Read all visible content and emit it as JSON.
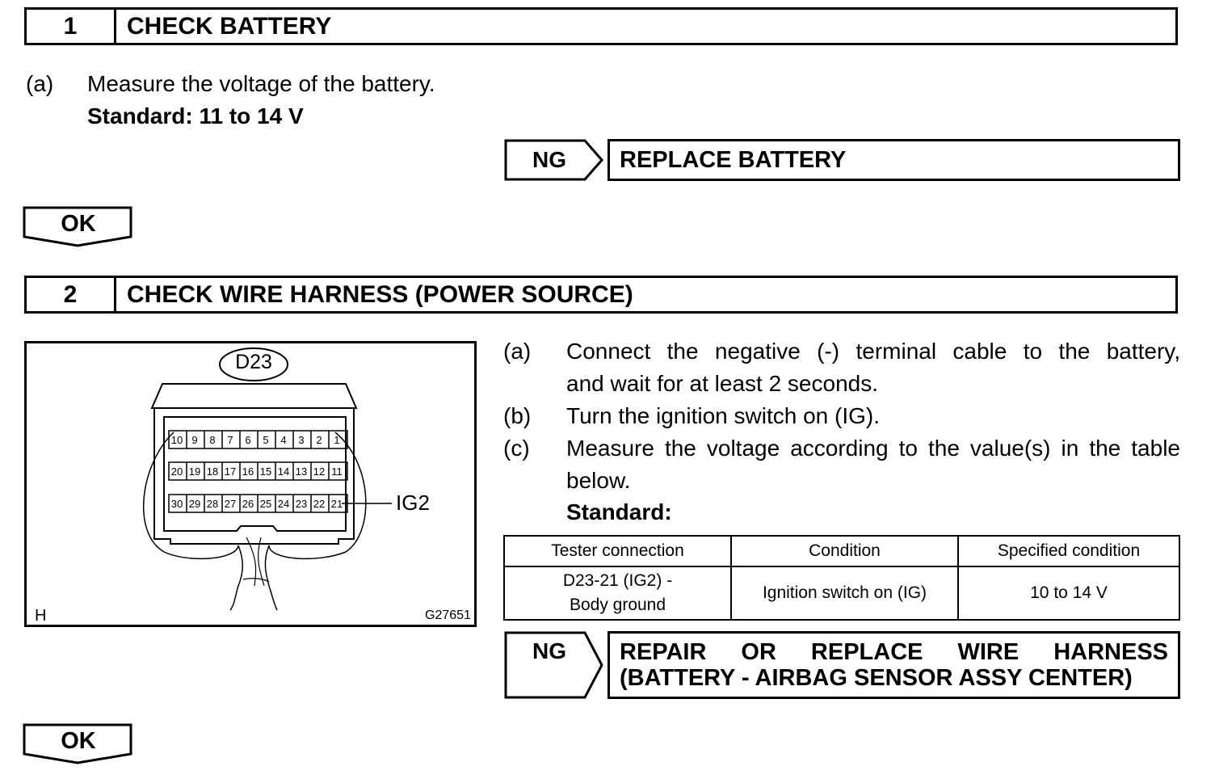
{
  "step1": {
    "number": "1",
    "title": "CHECK BATTERY",
    "instruction": {
      "marker": "(a)",
      "text": "Measure the voltage of the battery."
    },
    "standard": "Standard: 11 to 14 V",
    "ng": {
      "label": "NG",
      "action": "REPLACE BATTERY"
    },
    "ok_label": "OK"
  },
  "step2": {
    "number": "2",
    "title": "CHECK WIRE HARNESS (POWER SOURCE)",
    "instructions": [
      {
        "marker": "(a)",
        "line1": "Connect the negative (-) terminal cable to the battery,",
        "line2": "and wait for at least 2 seconds."
      },
      {
        "marker": "(b)",
        "line1": "Turn the ignition switch on (IG)."
      },
      {
        "marker": "(c)",
        "line1": "Measure the voltage according to the value(s) in the table",
        "line2": "below."
      }
    ],
    "standard_label": "Standard:",
    "table": {
      "headers": [
        "Tester connection",
        "Condition",
        "Specified condition"
      ],
      "rows": [
        {
          "tester_line1": "D23-21 (IG2) -",
          "tester_line2": "Body ground",
          "condition": "Ignition switch on (IG)",
          "specified": "10 to 14 V"
        }
      ]
    },
    "ng": {
      "label": "NG",
      "action_line1": "REPAIR OR REPLACE WIRE HARNESS",
      "action_line2": "(BATTERY - AIRBAG SENSOR ASSY CENTER)"
    },
    "ok_label": "OK"
  },
  "diagram": {
    "connector_id": "D23",
    "pins_row1": [
      "10",
      "9",
      "8",
      "7",
      "6",
      "5",
      "4",
      "3",
      "2",
      "1"
    ],
    "pins_row2": [
      "20",
      "19",
      "18",
      "17",
      "16",
      "15",
      "14",
      "13",
      "12",
      "11"
    ],
    "pins_row3": [
      "30",
      "29",
      "28",
      "27",
      "26",
      "25",
      "24",
      "23",
      "22",
      "21"
    ],
    "callout": "IG2",
    "corner_label": "H",
    "figure_code": "G27651"
  }
}
